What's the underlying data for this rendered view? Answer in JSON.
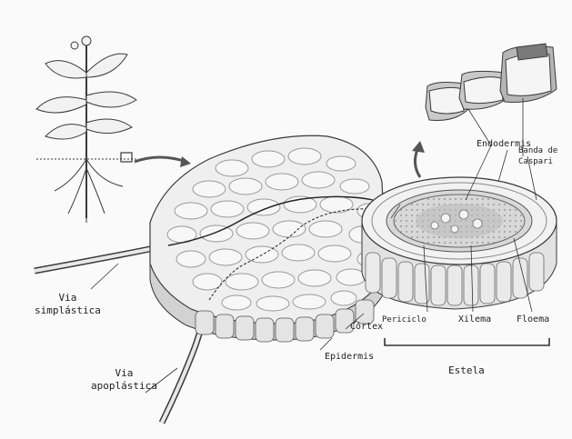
{
  "figure": {
    "labels": {
      "endodermis": "Endodermis",
      "banda_casparian": "Banda de\nCaspari",
      "via_simplastica": "Via\nsimplástica",
      "via_apoplastica": "Via\napoplástica",
      "cortex": "Córtex",
      "epidermis": "Epidermis",
      "periciclo": "Periciclo",
      "xilema": "Xilema",
      "floema": "Floema",
      "estela": "Estela"
    },
    "colors": {
      "line": "#3a3a3a",
      "cell_fill": "#f4f4f4",
      "cell_wall": "#b8b8b8",
      "shade": "#d6d6d6",
      "dark_shade": "#8a8a8a"
    }
  }
}
